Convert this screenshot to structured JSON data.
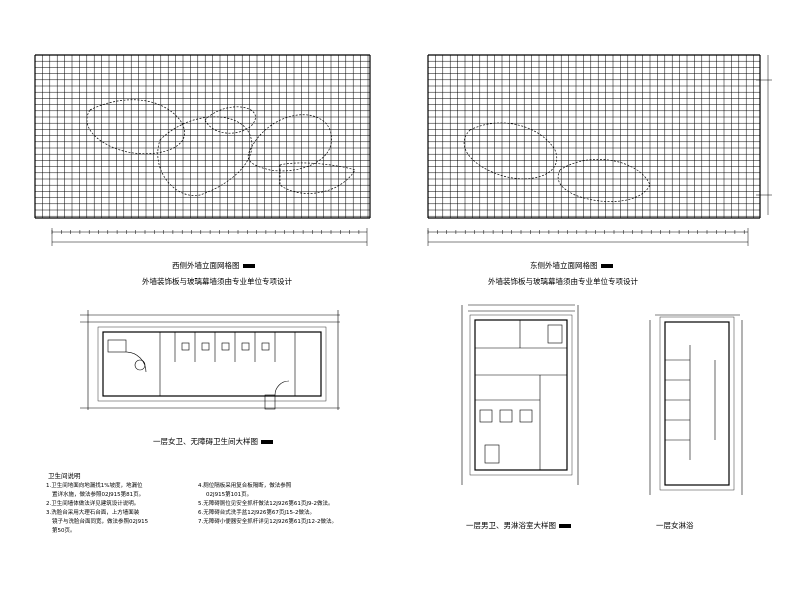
{
  "elevations": {
    "west": {
      "title": "西侧外墙立面网格图",
      "subtitle": "外墙装饰板与玻璃幕墙须由专业单位专项设计"
    },
    "east": {
      "title": "东侧外墙立面网格图",
      "subtitle": "外墙装饰板与玻璃幕墙须由专业单位专项设计"
    }
  },
  "plans": {
    "plan1": {
      "title": "一层女卫、无障碍卫生间大样图"
    },
    "plan2": {
      "title": "一层男卫、男淋浴室大样图"
    },
    "plan3": {
      "title": "一层女淋浴"
    }
  },
  "notes": {
    "title": "卫生间说明",
    "items": [
      "1.卫生间地面向地漏找1%坡度，地漏位",
      "置详水施，做法参照02J915第81页。",
      "2.卫生间墙体做法详见建筑设计说明。",
      "3.洗脸台采用大理石台面，上方墙面装",
      "镜子与洗脸台面同宽，做法参照02J915",
      "第50页。",
      "4.厕位隔板采用复合板隔断，做法参照",
      "02J915第101页。",
      "5.无障碍厕位见安全抓杆做法12J926第61页J9-2做法。",
      "6.无障碍台式洗手盆12J926第67页J15-2做法。",
      "7.无障碍小便器安全抓杆详见12J926第61页J12-2做法。"
    ]
  }
}
